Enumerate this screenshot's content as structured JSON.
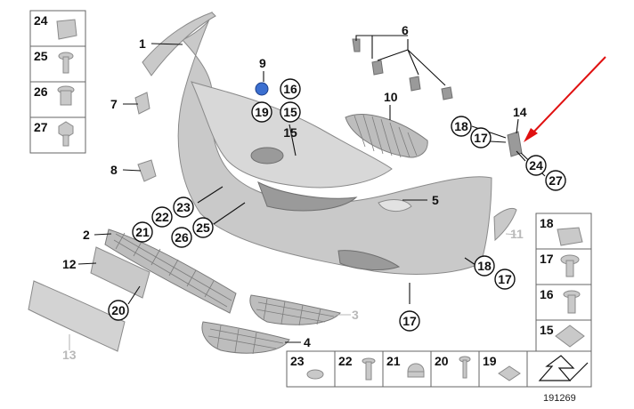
{
  "diagram_id": "191269",
  "callouts": {
    "c1": "1",
    "c2": "2",
    "c3": "3",
    "c4": "4",
    "c5": "5",
    "c6": "6",
    "c7": "7",
    "c8": "8",
    "c9": "9",
    "c10": "10",
    "c11": "11",
    "c12": "12",
    "c13": "13",
    "c14": "14",
    "c15": "15",
    "c15b": "15",
    "c16": "16",
    "c17a": "17",
    "c17b": "17",
    "c17c": "17",
    "c18a": "18",
    "c18b": "18",
    "c19": "19",
    "c20": "20",
    "c21": "21",
    "c22": "22",
    "c23": "23",
    "c24": "24",
    "c25": "25",
    "c26": "26",
    "c27": "27"
  },
  "left_legend": [
    "24",
    "25",
    "26",
    "27"
  ],
  "right_legend": [
    "18",
    "17",
    "16",
    "15"
  ],
  "bottom_legend": [
    "23",
    "22",
    "21",
    "20",
    "19"
  ],
  "colors": {
    "pointer_arrow": "#e01010",
    "parts": "#c9c9c9"
  }
}
